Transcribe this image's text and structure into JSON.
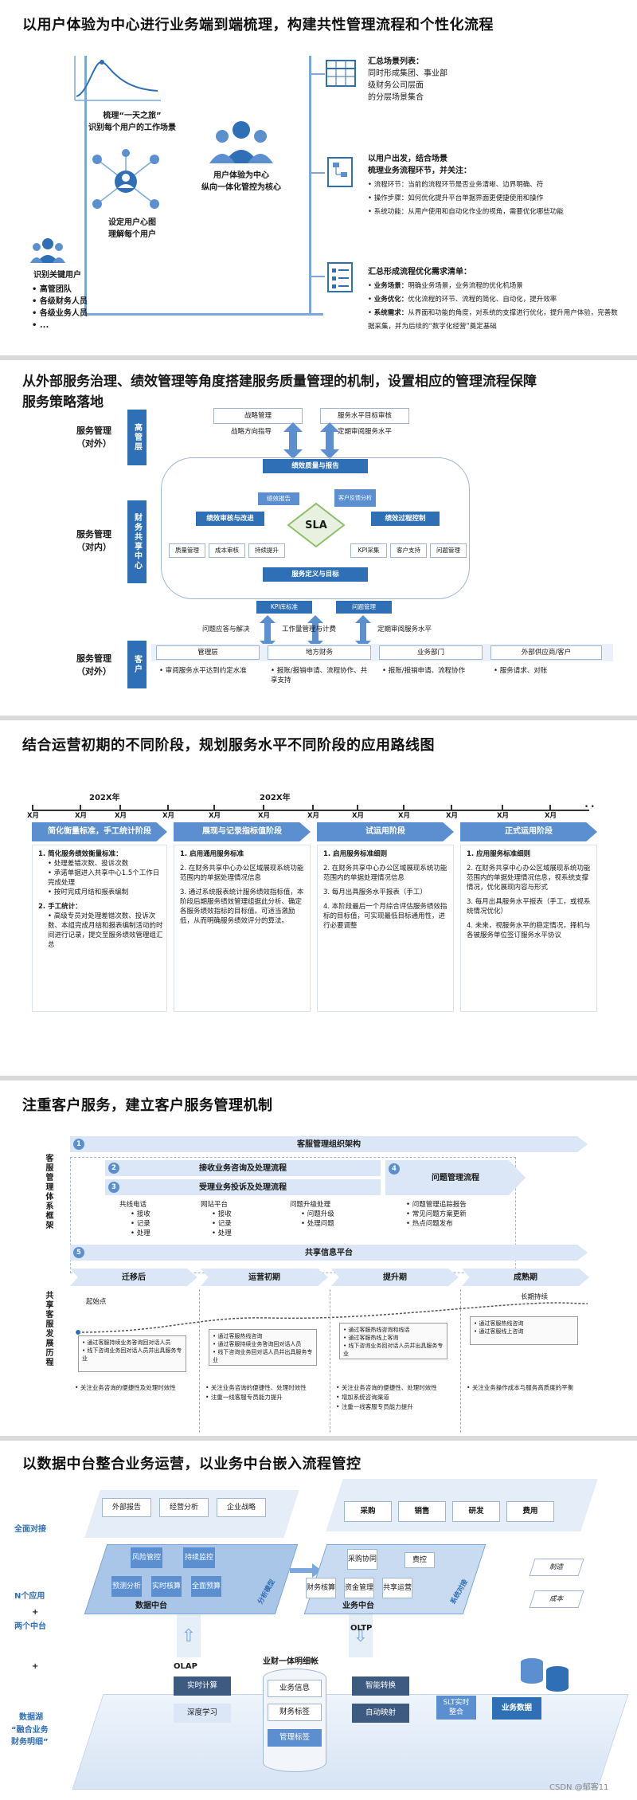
{
  "s1": {
    "title": "以用户体验为中心进行业务端到端梳理，构建共性管理流程和个性化流程",
    "curve_caption": [
      "梳理“一天之旅”",
      "识别每个用户的工作场景"
    ],
    "user_map_caption": [
      "设定用户心图",
      "理解每个用户"
    ],
    "key_users_title": "识别关键用户",
    "key_users": [
      "高管团队",
      "各级财务人员",
      "各级业务人员",
      "..."
    ],
    "center_label": [
      "用户体验为中心",
      "纵向一体化管控为核心"
    ],
    "r1_title": "汇总场景列表：",
    "r1_lines": [
      "同时形成集团、事业部",
      "级财务公司层面",
      "的分层场景集合"
    ],
    "r2_title": [
      "以用户出发，结合场景",
      "梳理业务流程环节，并关注："
    ],
    "r2_items": [
      {
        "k": "流程环节：",
        "v": "当前的流程环节是否业务清晰、边界明确、符"
      },
      {
        "k": "操作步骤：",
        "v": "如何优化提升平台单据界面更便捷使用和操作"
      },
      {
        "k": "系统功能：",
        "v": "从用户使用和自动化作业的视角，需要优化哪些功能"
      }
    ],
    "r3_title": "汇总形成流程优化需求清单：",
    "r3_items": [
      {
        "k": "业务场景：",
        "v": "明确业务场景，业务流程的优化机场景"
      },
      {
        "k": "业务优化：",
        "v": "优化流程的环节、流程的简化、自动化，提升效率"
      },
      {
        "k": "系统需求：",
        "v": "从界面和功能的角度，对系统的支撑进行优化，提升用户体验，完善数据采集，并为后续的“数字化经营”奠定基础"
      }
    ]
  },
  "s2": {
    "title": [
      "从外部服务治理、绩效管理等角度搭建服务质量管理的机制，设置相应的管理流程保障",
      "服务策略落地"
    ],
    "row_labels": [
      [
        "服务管理",
        "（对外）"
      ],
      [
        "服务管理",
        "（对内）"
      ],
      [
        "服务管理",
        "（对外）"
      ]
    ],
    "row_tags": [
      "高管层",
      "财务共享中心",
      "客户"
    ],
    "top_boxes": [
      "战略管理",
      "服务水平目标审核"
    ],
    "top_notes": [
      "战略方向指导",
      "定期审阅服务水平"
    ],
    "center_top": "绩效质量与报告",
    "center_bottom": "服务定义与目标",
    "sla": "SLA",
    "left_box": "绩效审核与改进",
    "right_box": "绩效过程控制",
    "mini_left": [
      "质量管理",
      "成本审核",
      "持续提升"
    ],
    "mini_right": [
      "KPI采集",
      "客户支持",
      "问题管理"
    ],
    "mid_left": "绩效报告",
    "mid_right": "客户反馈分析",
    "kpi_box": "KPI库标准",
    "issue_box": "问题管理",
    "bottom_notes": [
      "问题应答与解决",
      "工作量管理与计费",
      "定期审阅服务水平"
    ],
    "cust_heads": [
      "管理层",
      "地方财务",
      "业务部门",
      "外部供应商/客户"
    ],
    "cust_items": [
      [
        "审阅服务水平达到约定水准"
      ],
      [
        "报账/报销申请、流程协作、共享支持"
      ],
      [
        "报账/报销申请、流程协作"
      ],
      [
        "服务请求、对账"
      ]
    ]
  },
  "s3": {
    "title": "结合运营初期的不同阶段，规划服务水平不同阶段的应用路线图",
    "years": [
      "202X年",
      "202X年"
    ],
    "month": "X月",
    "phases": [
      "简化衡量标准，手工统计阶段",
      "展现与记录指标值阶段",
      "试运用阶段",
      "正式运用阶段"
    ],
    "col1": [
      {
        "h": "1. 简化服务绩效衡量标准：",
        "b": [
          "处理差错次数、投诉次数",
          "承诺单据进入共享中心1.5个工作日完成处理",
          "按时完成月结和报表编制"
        ]
      },
      {
        "h": "2. 手工统计：",
        "b": [
          "高级专员对处理差错次数、投诉次数、本组完成月结和报表编制活动的时间进行记录，提交至服务绩效管理组汇总"
        ]
      }
    ],
    "col2": [
      {
        "h": "1. 启用通用服务标准",
        "b": []
      },
      {
        "h": "2. 在财务共享中心办公区域展现系统功能范围内的单据处理情况信息",
        "b": []
      },
      {
        "h": "3. 通过系统报表统计服务绩效指标值，本阶段后期服务绩效管理组据此分析、确定各服务绩效指标的目标值。可适当激励低，从而明确服务绩效评分的算法。",
        "b": []
      }
    ],
    "col3": [
      {
        "h": "1. 启用服务标准细则",
        "b": []
      },
      {
        "h": "2. 在财务共享中心办公区域展现系统功能范围内的单据处理情况信息",
        "b": []
      },
      {
        "h": "3. 每月出具服务水平报表（手工）",
        "b": []
      },
      {
        "h": "4. 本阶段最后一个月综合评估服务绩效指标的目标值，可实现最低目标通用性，进行必要调整",
        "b": []
      }
    ],
    "col4": [
      {
        "h": "1. 应用服务标准细则",
        "b": []
      },
      {
        "h": "2. 在财务共享中心办公区域展现系统功能范围内的单据处理情况信息，视系统支撑情况，优化展现内容与形式",
        "b": []
      },
      {
        "h": "3. 每月出具服务水平报表（手工，或视系统情况优化）",
        "b": []
      },
      {
        "h": "4. 未来，视服务水平的稳定情况，择机与各被服务单位签订服务水平协议",
        "b": []
      }
    ]
  },
  "s4": {
    "title": "注重客户服务，建立客户服务管理机制",
    "side1": "客服管理体系框架",
    "side2": "共享客服发展历程",
    "bands": [
      {
        "n": "1",
        "t": "客服管理组织架构"
      },
      {
        "n": "2",
        "t": "接收业务咨询及处理流程"
      },
      {
        "n": "3",
        "t": "受理业务投诉及处理流程"
      },
      {
        "n": "4",
        "t": "问题管理流程"
      },
      {
        "n": "5",
        "t": "共享信息平台"
      }
    ],
    "channels": [
      {
        "h": "共线电话",
        "i": [
          "接收",
          "记录",
          "处理"
        ]
      },
      {
        "h": "网站平台",
        "i": [
          "接收",
          "记录",
          "处理"
        ]
      },
      {
        "h": "问题升级处理",
        "i": [
          "问题升级",
          "处理问题"
        ]
      },
      {
        "h": "",
        "i": [
          "问题管理追踪报告",
          "常见问题方案更新",
          "热点问题发布"
        ]
      }
    ],
    "stages": [
      "迁移后",
      "运营初期",
      "提升期",
      "成熟期"
    ],
    "start_point": "起始点",
    "long_term": "长期持续",
    "stage_boxes": [
      [
        "通过客服持续业务答询回对话人员",
        "线下咨询业务回对话人员并出具服务专业"
      ],
      [
        "通过客服热线咨询",
        "通过客服持续业务答询回对话人员",
        "线下咨询业务回对话人员并出具服务专业"
      ],
      [
        "通过客服热线咨询和线话",
        "通过客服热线上客询",
        "线下咨询业务回对话人员并出具服务专业"
      ],
      [
        "通过客服热线咨询",
        "通过客服线上咨询"
      ]
    ],
    "stage_notes": [
      [
        "关注业务咨询的便捷性及处理时效性"
      ],
      [
        "关注业务咨询的便捷性、处理时效性",
        "注重一线客服专员能力提升"
      ],
      [
        "关注业务咨询的便捷性、处理时效性",
        "增加系统咨询渠道",
        "注重一线客服专员能力提升"
      ],
      [
        "关注业务操作成本与服务高质度的平衡"
      ]
    ]
  },
  "s5": {
    "title": "以数据中台整合业务运营，以业务中台嵌入流程管控",
    "left_labels": [
      "全面对接",
      "N个应用",
      "+",
      "两个中台",
      "+",
      "数据湖"
    ],
    "left_quote": [
      "“融合业务",
      "财务明细”"
    ],
    "top_left": [
      "外部报告",
      "经营分析",
      "企业战略"
    ],
    "top_right": [
      "采购",
      "销售",
      "研发",
      "费用"
    ],
    "data_cells": [
      "风险管控",
      "持续监控",
      "预测分析",
      "实时核算",
      "全面预算"
    ],
    "data_label": "数据中台",
    "model_label": "分析模型",
    "biz_cells": [
      "采购协同",
      "费控",
      "财务核算",
      "资金管理",
      "共享运营"
    ],
    "biz_label": "业务中台",
    "sys_label": "系统对接",
    "right_items": [
      "制造",
      "成本"
    ],
    "olap": "OLAP",
    "oltp": "OLTP",
    "lake_title": "业财一体明细帐",
    "lake_cells": [
      "业务信息",
      "财务标签",
      "管理标签"
    ],
    "left_stack": [
      "实时计算",
      "深度学习"
    ],
    "right_stack": [
      "智能转换",
      "自动映射"
    ],
    "slt": [
      "SLT实时",
      "整合"
    ],
    "biz_data": "业务数据"
  },
  "footer": "CSDN @郁客11",
  "colors": {
    "accent": "#2f6fb5",
    "light": "#dbe7f6",
    "mid": "#5b8fcf",
    "border": "#d9d9d9"
  }
}
